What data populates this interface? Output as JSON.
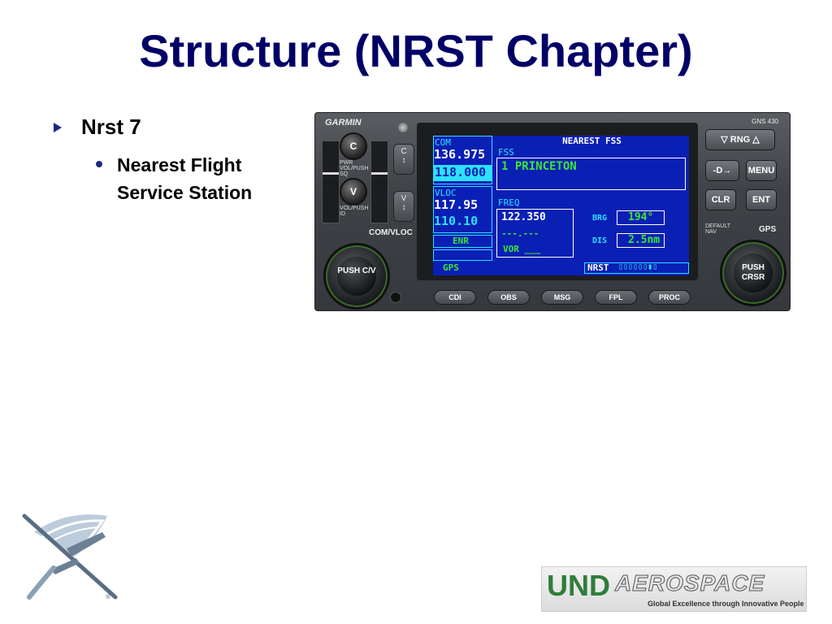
{
  "slide": {
    "title": "Structure (NRST Chapter)",
    "bullet_1": "Nrst 7",
    "bullet_1_1": "Nearest Flight Service Station"
  },
  "gns430": {
    "brand": "GARMIN",
    "model": "GNS 430",
    "left_knob_c": "C",
    "left_knob_v": "V",
    "vol_sq": "PWR VOL/PUSH SQ",
    "vol_id": "VOL/PUSH ID",
    "com_flip": "C",
    "vloc_flip": "V",
    "com_vloc_label": "COM/VLOC",
    "left_big_knob": "PUSH C/V",
    "right_big_knob": "PUSH CRSR",
    "gps_label": "GPS",
    "default_nav": "DEFAULT NAV",
    "buttons_right": {
      "rng": "RNG",
      "direct": "-D→",
      "menu": "MENU",
      "clr": "CLR",
      "ent": "ENT"
    },
    "buttons_bottom": [
      "CDI",
      "OBS",
      "MSG",
      "FPL",
      "PROC"
    ],
    "screen": {
      "com_label": "COM",
      "com_active": "136.975",
      "com_standby": "118.000",
      "vloc_label": "VLOC",
      "vloc_active": "117.95",
      "vloc_standby": "110.10",
      "enr": "ENR",
      "gps": "GPS",
      "page_title": "NEAREST FSS",
      "fss_label": "FSS",
      "fss_name": "1 PRINCETON",
      "freq_label": "FREQ",
      "freq_value": "122.350",
      "freq_blank": "---.---",
      "vor": "VOR ___",
      "brg_label": "BRG",
      "brg_value": "194°",
      "dis_label": "DIS",
      "dis_value": "2.5nm",
      "page_group": "NRST",
      "page_indicator": "▯▯▯▯▯▯▮▯"
    }
  },
  "logos": {
    "und_left": "UND",
    "und_right": "AEROSPACE",
    "tagline": "Global Excellence through Innovative People",
    "registered": "®"
  },
  "colors": {
    "title": "#000066",
    "screen_bg": "#0a1fb4",
    "screen_cyan": "#2de0ff",
    "screen_green": "#38e838"
  }
}
